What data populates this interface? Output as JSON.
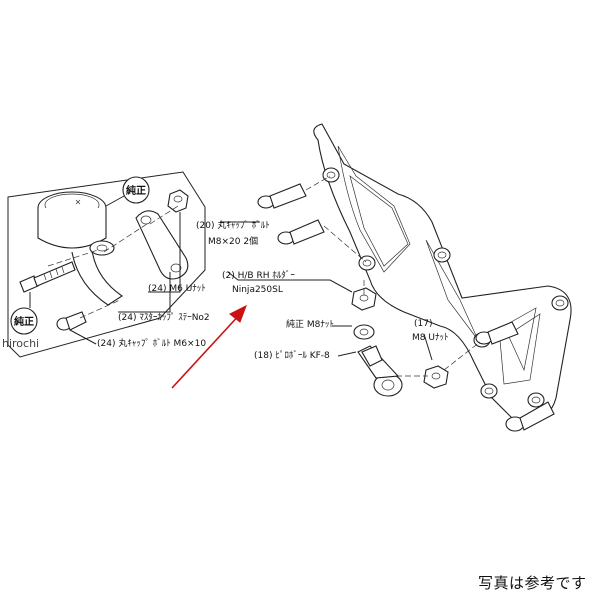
{
  "labels": {
    "junsei_top": "純正",
    "junsei_left": "純正",
    "cap_bolt_20_line1": "(20) 丸ｷｬｯﾌﾟ ﾎﾞﾙﾄ",
    "cap_bolt_20_line2": "M8×20 2個",
    "holder_line1": "(2)  H/B RH ﾎﾙﾀﾞｰ",
    "holder_line2": "Ninja250SL",
    "m6_unut": "(24) M6 Uﾅｯﾄ",
    "master_cup_stay": "(24) ﾏｽﾀｰｶｯﾌﾟ ｽﾃｰNo2",
    "cap_bolt_m6": "(24) 丸ｷｬｯﾌﾟ ﾎﾞﾙﾄ M6×10",
    "junsei_m8_nut": "純正 M8ﾅｯﾄ",
    "m8_unut_num": "(17)",
    "m8_unut": "M8 Uﾅｯﾄ",
    "pillow_ball": "(18) ﾋﾟﾛﾎﾞｰﾙ KF-8"
  },
  "watermark": "hirochi",
  "caption": "写真は参考です",
  "colors": {
    "arrow": "#cc1111",
    "line": "#222222"
  }
}
